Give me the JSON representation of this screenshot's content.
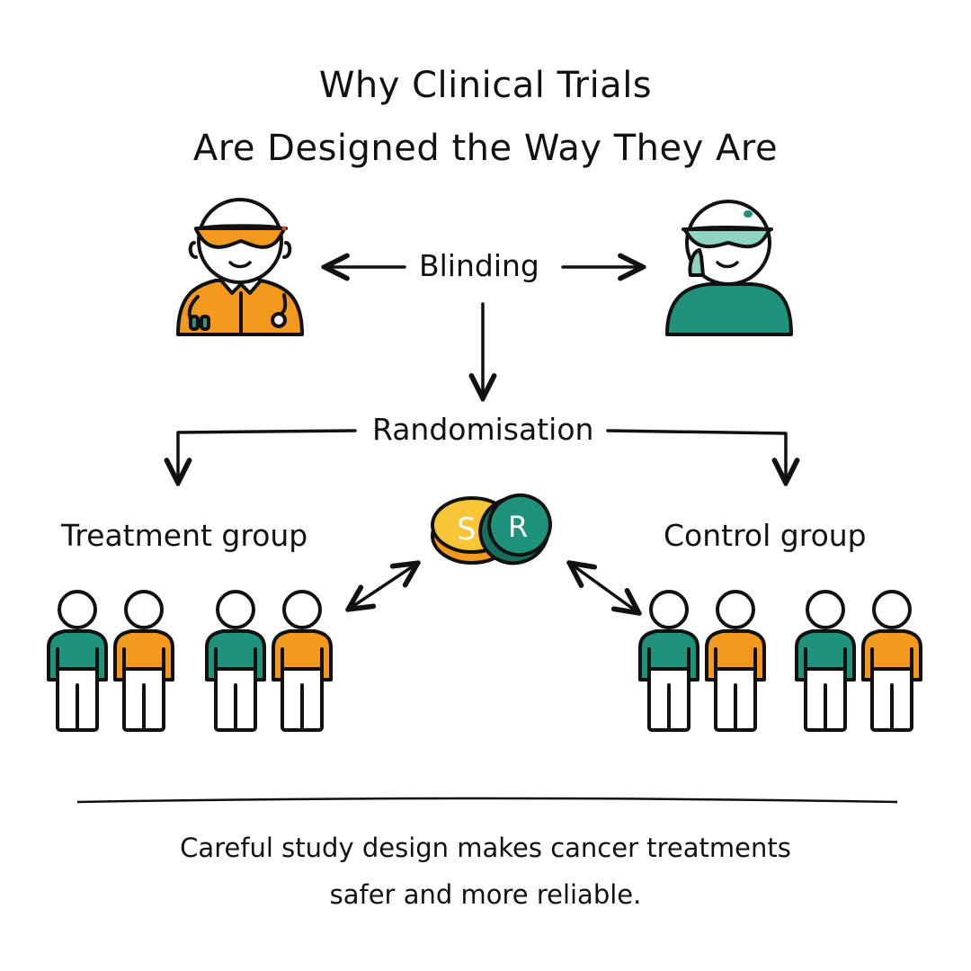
{
  "title": {
    "line1": "Why Clinical Trials",
    "line2": "Are Designed the Way They Are"
  },
  "labels": {
    "blinding": "Blinding",
    "randomisation": "Randomisation",
    "treatment_group": "Treatment group",
    "control_group": "Control group"
  },
  "coins": {
    "front_letter": "R",
    "back_letter": "S"
  },
  "footer": {
    "line1": "Careful study design makes cancer treatments",
    "line2": "safer and more reliable."
  },
  "colors": {
    "orange": "#F39A1E",
    "teal": "#1E927A",
    "teal_light": "#8FD3C2",
    "gold": "#F7C535",
    "ink": "#111111"
  },
  "groups": {
    "treatment": [
      "teal",
      "orange",
      "teal",
      "orange"
    ],
    "control": [
      "teal",
      "orange",
      "teal",
      "orange"
    ]
  }
}
